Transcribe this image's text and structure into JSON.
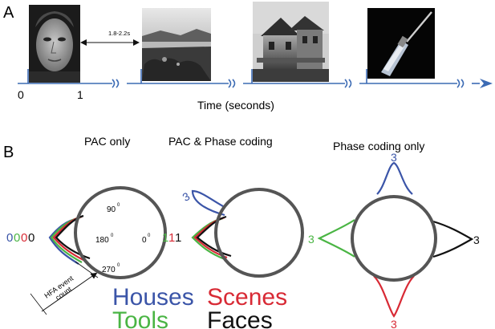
{
  "panel_a": {
    "label": "A",
    "isi": "1.8-2.2s",
    "tick_0": "0",
    "tick_1": "1",
    "axis_label": "Time (seconds)",
    "images": [
      {
        "name": "face-photo",
        "subject": "face"
      },
      {
        "name": "scene-photo",
        "subject": "landscape"
      },
      {
        "name": "house-photo",
        "subject": "house"
      },
      {
        "name": "tool-photo",
        "subject": "screwdriver"
      }
    ],
    "timeline_color": "#3c6bb4"
  },
  "panel_b": {
    "label": "B",
    "titles": [
      "PAC only",
      "PAC & Phase coding",
      "Phase coding only"
    ],
    "pac_only": {
      "counts": [
        {
          "value": "0",
          "color": "#3b55a8"
        },
        {
          "value": "0",
          "color": "#4ab544"
        },
        {
          "value": "0",
          "color": "#d82a35"
        },
        {
          "value": "0",
          "color": "#111111"
        }
      ],
      "angles": {
        "deg90": "90",
        "deg180": "180",
        "deg0": "0",
        "deg270": "270",
        "degree_mark": "0"
      }
    },
    "pac_phase": {
      "counts": [
        {
          "value": "1",
          "color": "#4ab544"
        },
        {
          "value": "1",
          "color": "#d82a35"
        },
        {
          "value": "1",
          "color": "#111111"
        }
      ],
      "top_count": "3"
    },
    "phase_only": {
      "top": "3",
      "left": "3",
      "right": "3",
      "bottom": "3"
    },
    "hfa_label_line1": "HFA event",
    "hfa_label_line2": "count"
  },
  "legend": [
    {
      "label": "Houses",
      "color": "#3b55a8"
    },
    {
      "label": "Scenes",
      "color": "#d82a35"
    },
    {
      "label": "Tools",
      "color": "#4ab544"
    },
    {
      "label": "Faces",
      "color": "#111111"
    }
  ],
  "colors": {
    "houses": "#3b55a8",
    "scenes": "#d82a35",
    "tools": "#4ab544",
    "faces": "#111111",
    "circle": "#555555"
  }
}
